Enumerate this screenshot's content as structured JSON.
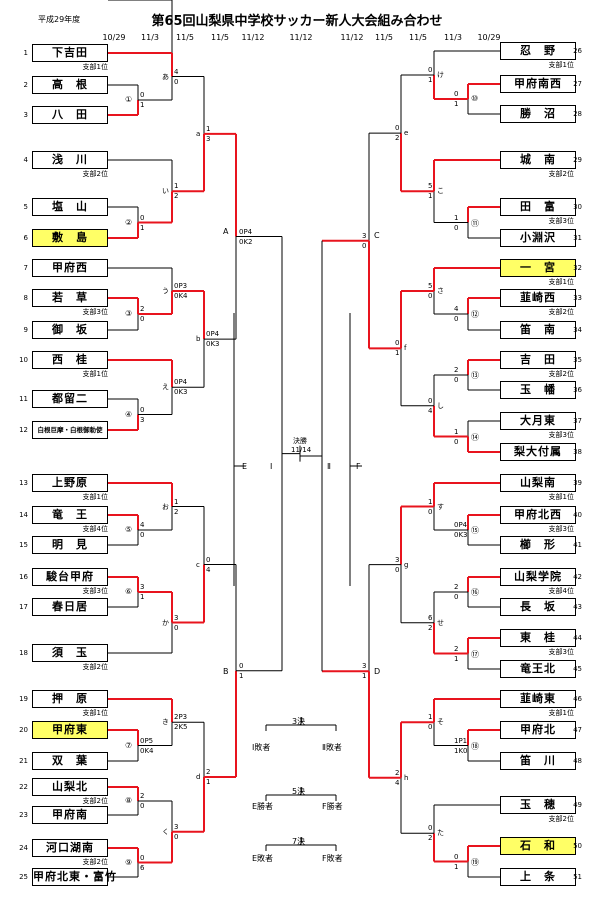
{
  "header": {
    "year": "平成29年度",
    "title": "第65回山梨県中学校サッカー新人大会組み合わせ"
  },
  "dates": [
    "10/29",
    "11/3",
    "11/5",
    "11/5",
    "11/12",
    "11/12",
    "11/12",
    "11/5",
    "11/5",
    "11/3",
    "10/29"
  ],
  "left_teams": [
    {
      "n": "1",
      "name": "下吉田",
      "seed": "支部1位"
    },
    {
      "n": "2",
      "name": "高　根",
      "seed": ""
    },
    {
      "n": "3",
      "name": "八　田",
      "seed": ""
    },
    {
      "n": "4",
      "name": "浅　川",
      "seed": "支部2位"
    },
    {
      "n": "5",
      "name": "塩　山",
      "seed": ""
    },
    {
      "n": "6",
      "name": "敷　島",
      "seed": ""
    },
    {
      "n": "7",
      "name": "甲府西",
      "seed": ""
    },
    {
      "n": "8",
      "name": "若　草",
      "seed": "支部3位"
    },
    {
      "n": "9",
      "name": "御　坂",
      "seed": ""
    },
    {
      "n": "10",
      "name": "西　桂",
      "seed": "支部1位"
    },
    {
      "n": "11",
      "name": "都留二",
      "seed": ""
    },
    {
      "n": "12",
      "name": "白根巨摩・白根御勅使",
      "seed": ""
    },
    {
      "n": "13",
      "name": "上野原",
      "seed": "支部1位"
    },
    {
      "n": "14",
      "name": "竜　王",
      "seed": "支部4位"
    },
    {
      "n": "15",
      "name": "明　見",
      "seed": ""
    },
    {
      "n": "16",
      "name": "駿台甲府",
      "seed": "支部3位"
    },
    {
      "n": "17",
      "name": "春日居",
      "seed": ""
    },
    {
      "n": "18",
      "name": "須　玉",
      "seed": "支部2位"
    },
    {
      "n": "19",
      "name": "押　原",
      "seed": "支部1位"
    },
    {
      "n": "20",
      "name": "甲府東",
      "seed": ""
    },
    {
      "n": "21",
      "name": "双　葉",
      "seed": ""
    },
    {
      "n": "22",
      "name": "山梨北",
      "seed": "支部2位"
    },
    {
      "n": "23",
      "name": "甲府南",
      "seed": ""
    },
    {
      "n": "24",
      "name": "河口湖南",
      "seed": "支部2位"
    },
    {
      "n": "25",
      "name": "甲府北東・富竹",
      "seed": ""
    }
  ],
  "right_teams": [
    {
      "n": "26",
      "name": "忍　野",
      "seed": "支部1位"
    },
    {
      "n": "27",
      "name": "甲府南西",
      "seed": ""
    },
    {
      "n": "28",
      "name": "勝　沼",
      "seed": ""
    },
    {
      "n": "29",
      "name": "城　南",
      "seed": "支部2位"
    },
    {
      "n": "30",
      "name": "田　富",
      "seed": "支部3位"
    },
    {
      "n": "31",
      "name": "小淵沢",
      "seed": ""
    },
    {
      "n": "32",
      "name": "一　宮",
      "seed": "支部1位"
    },
    {
      "n": "33",
      "name": "韮崎西",
      "seed": "支部2位"
    },
    {
      "n": "34",
      "name": "笛　南",
      "seed": ""
    },
    {
      "n": "35",
      "name": "吉　田",
      "seed": "支部2位"
    },
    {
      "n": "36",
      "name": "玉　幡",
      "seed": ""
    },
    {
      "n": "37",
      "name": "大月東",
      "seed": "支部3位"
    },
    {
      "n": "38",
      "name": "梨大付属",
      "seed": ""
    },
    {
      "n": "39",
      "name": "山梨南",
      "seed": "支部1位"
    },
    {
      "n": "40",
      "name": "甲府北西",
      "seed": "支部3位"
    },
    {
      "n": "41",
      "name": "櫛　形",
      "seed": ""
    },
    {
      "n": "42",
      "name": "山梨学院",
      "seed": "支部4位"
    },
    {
      "n": "43",
      "name": "長　坂",
      "seed": ""
    },
    {
      "n": "44",
      "name": "東　桂",
      "seed": "支部3位"
    },
    {
      "n": "45",
      "name": "竜王北",
      "seed": ""
    },
    {
      "n": "46",
      "name": "韮崎東",
      "seed": "支部1位"
    },
    {
      "n": "47",
      "name": "甲府北",
      "seed": ""
    },
    {
      "n": "48",
      "name": "笛　川",
      "seed": ""
    },
    {
      "n": "49",
      "name": "玉　穂",
      "seed": "支部2位"
    },
    {
      "n": "50",
      "name": "石　和",
      "seed": ""
    },
    {
      "n": "51",
      "name": "上　条",
      "seed": ""
    }
  ],
  "scores": {
    "s1": "4",
    "s1b": "0",
    "s2": "0",
    "s2b": "1",
    "s3": "1",
    "s3b": "3",
    "s4": "0",
    "s4b": "1",
    "s5": "1",
    "s5b": "2",
    "s6": "0P3",
    "s6b": "0K4",
    "s7": "2",
    "s7b": "0",
    "s8": "0P4",
    "s8b": "0K3",
    "s9": "0",
    "s9b": "3",
    "s10": "0P4",
    "s10b": "0K3",
    "s11": "0P4",
    "s11b": "0K2",
    "s12": "1",
    "s12b": "2",
    "s13": "4",
    "s13b": "0",
    "s14": "0",
    "s14b": "4",
    "s15": "3",
    "s15b": "1",
    "s16": "3",
    "s16b": "0",
    "s17": "2P3",
    "s17b": "2K5",
    "s18": "0P5",
    "s18b": "0K4",
    "s19": "2",
    "s19b": "0",
    "s20": "3",
    "s20b": "0",
    "s21": "0",
    "s21b": "6",
    "s22": "2",
    "s22b": "1",
    "s23": "0",
    "s23b": "1",
    "r1": "0",
    "r1b": "2",
    "r2": "0",
    "r2b": "1",
    "r3": "0",
    "r3b": "1",
    "r4": "5",
    "r4b": "1",
    "r5": "1",
    "r5b": "0",
    "r6": "0",
    "r6b": "1",
    "r7": "5",
    "r7b": "0",
    "r8": "4",
    "r8b": "0",
    "r9": "3",
    "r9b": "0",
    "r10": "2",
    "r10b": "0",
    "r11": "0",
    "r11b": "4",
    "r12": "1",
    "r12b": "0",
    "r13": "1",
    "r13b": "0",
    "r14": "0P4",
    "r14b": "0K3",
    "r15": "3",
    "r15b": "0",
    "r16": "2",
    "r16b": "0",
    "r17": "6",
    "r17b": "2",
    "r18": "2",
    "r18b": "1",
    "r19": "3",
    "r19b": "1",
    "r20": "1P1",
    "r20b": "1K0",
    "r21": "2",
    "r21b": "4",
    "r22": "1",
    "r22b": "0",
    "r23": "0",
    "r23b": "2",
    "r24": "0",
    "r24b": "1"
  },
  "round_letters": {
    "a": "あ",
    "i": "い",
    "u": "う",
    "e": "え",
    "o": "お",
    "ka": "か",
    "ki": "き",
    "ku": "く",
    "ke": "け",
    "ko": "こ",
    "sa": "さ",
    "shi": "し",
    "su": "す",
    "se": "せ",
    "so": "そ",
    "ta": "た",
    "la": "a",
    "lb": "b",
    "lc": "c",
    "ld": "d",
    "ra": "e",
    "rb": "f",
    "rc": "g",
    "rd": "h"
  },
  "circled": [
    "①",
    "②",
    "③",
    "④",
    "⑤",
    "⑥",
    "⑦",
    "⑧",
    "⑨",
    "⑩",
    "⑪",
    "⑫",
    "⑬",
    "⑭",
    "⑮",
    "⑯",
    "⑰",
    "⑱",
    "⑲"
  ],
  "block_labels": {
    "A": "A",
    "B": "B",
    "C": "C",
    "D": "D",
    "E": "E",
    "F": "F",
    "I": "Ⅰ",
    "II": "Ⅱ"
  },
  "final": {
    "label": "決勝",
    "date": "11/14"
  },
  "placement": {
    "third": "3決",
    "third_l": "Ⅰ敗者",
    "third_r": "Ⅱ敗者",
    "fifth": "5決",
    "fifth_l": "E勝者",
    "fifth_r": "F勝者",
    "seventh": "7決",
    "seventh_l": "E敗者",
    "seventh_r": "F敗者"
  },
  "colors": {
    "line": "#000000",
    "winner": "#e8141e",
    "highlight": "#ffff66"
  }
}
